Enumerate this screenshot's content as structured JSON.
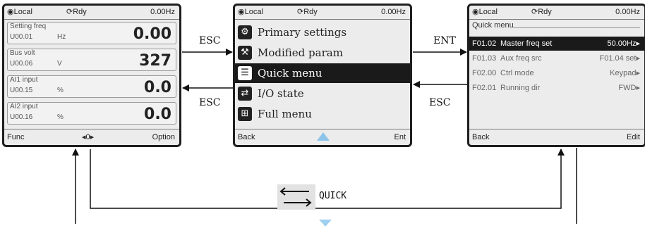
{
  "panel_left": {
    "status": {
      "mode": "Local",
      "state": "Rdy",
      "freq": "0.00Hz"
    },
    "monitors": [
      {
        "label": "Setting freq",
        "code": "U00.01",
        "unit": "Hz",
        "value": "0.00"
      },
      {
        "label": "Bus volt",
        "code": "U00.06",
        "unit": "V",
        "value": "327"
      },
      {
        "label": "AI1 input",
        "code": "U00.15",
        "unit": "%",
        "value": "0.0"
      },
      {
        "label": "AI2 input",
        "code": "U00.16",
        "unit": "%",
        "value": "0.0"
      }
    ],
    "bottom": {
      "left": "Func",
      "center": "◂0▸",
      "right": "Option"
    }
  },
  "panel_center": {
    "status": {
      "mode": "Local",
      "state": "Rdy",
      "freq": "0.00Hz"
    },
    "menu": [
      {
        "label": "Primary settings",
        "icon": "gear-icon",
        "glyph": "⚙",
        "selected": false
      },
      {
        "label": "Modified param",
        "icon": "tools-icon",
        "glyph": "⚒",
        "selected": false
      },
      {
        "label": "Quick menu",
        "icon": "list-icon",
        "glyph": "☰",
        "selected": true
      },
      {
        "label": "I/O state",
        "icon": "io-icon",
        "glyph": "⇄",
        "selected": false
      },
      {
        "label": "Full menu",
        "icon": "grid-icon",
        "glyph": "⊞",
        "selected": false
      }
    ],
    "bottom": {
      "left": "Back",
      "right": "Ent"
    }
  },
  "panel_right": {
    "status": {
      "mode": "Local",
      "state": "Rdy",
      "freq": "0.00Hz"
    },
    "title": "Quick menu",
    "rows": [
      {
        "code": "F01.02",
        "name": "Master freq set",
        "value": "50.00Hz▸",
        "selected": true
      },
      {
        "code": "F01.03",
        "name": "Aux freq src",
        "value": "F01.04 set▸",
        "selected": false
      },
      {
        "code": "F02.00",
        "name": "Ctrl mode",
        "value": "Keypad▸",
        "selected": false
      },
      {
        "code": "F02.01",
        "name": "Running dir",
        "value": "FWD▸",
        "selected": false
      }
    ],
    "bottom": {
      "left": "Back",
      "right": "Edit"
    }
  },
  "edges": {
    "esc_top": "ESC",
    "esc_bottom": "ESC",
    "ent": "ENT",
    "esc_right": "ESC",
    "quick": "QUICK"
  },
  "colors": {
    "lcd_bg": "#ececec",
    "arrow_blue": "#9fd0f0"
  }
}
